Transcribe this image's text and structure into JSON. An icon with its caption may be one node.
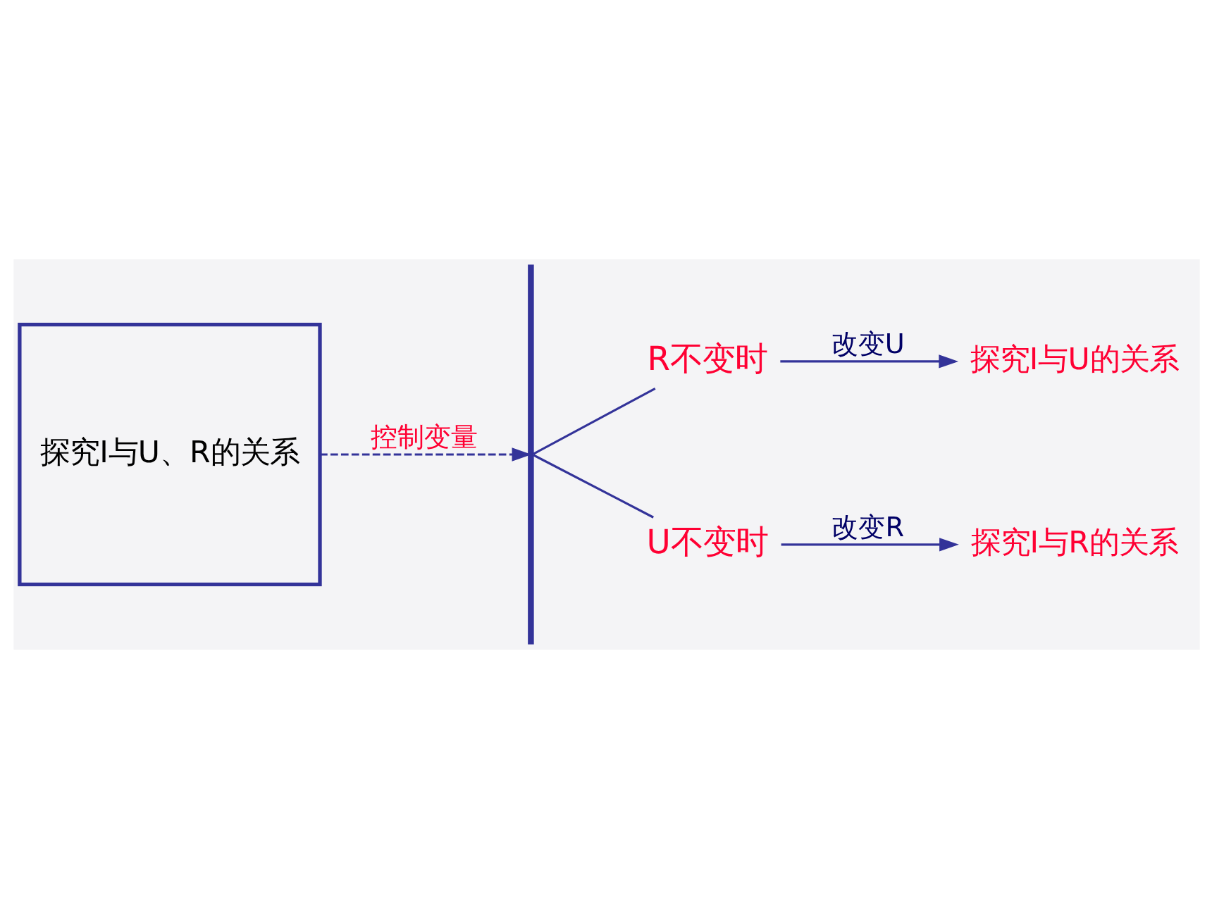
{
  "diagram": {
    "nodes": [
      {
        "text": [
          "探究I与U、R的关系"
        ]
      },
      {
        "text": [],
        "shape": "brace"
      },
      {
        "text": [
          "R不变时"
        ]
      },
      {
        "text": [
          "探究I与U的关系"
        ]
      },
      {
        "text": [
          "U不变时"
        ]
      },
      {
        "text": [
          "探究I与R的关系"
        ]
      }
    ],
    "edges": [
      {
        "from": 0,
        "to": 1,
        "arrow": "to",
        "label": "控制变量",
        "style": "dashed"
      },
      {
        "from": 1,
        "to": 2,
        "arrow": "none"
      },
      {
        "from": 1,
        "to": 4,
        "arrow": "none"
      },
      {
        "from": 2,
        "to": 3,
        "arrow": "to",
        "label": "改变U"
      },
      {
        "from": 4,
        "to": 5,
        "arrow": "to",
        "label": "改变R"
      }
    ]
  }
}
